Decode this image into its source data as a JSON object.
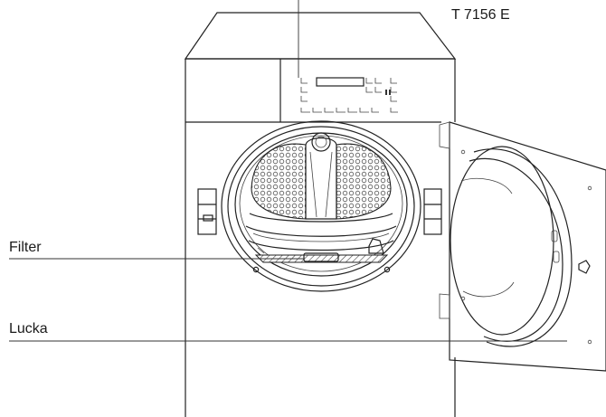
{
  "model": "T 7156 E",
  "labels": {
    "filter": "Filter",
    "door": "Lucka"
  }
}
